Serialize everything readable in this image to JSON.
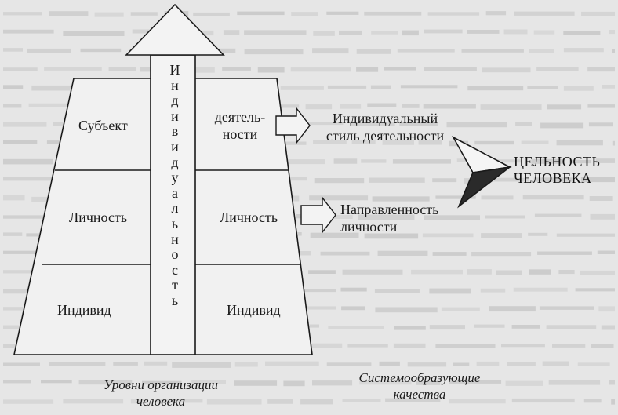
{
  "pyramid": {
    "center_column_text": "Индивидуальность",
    "left_levels": [
      "Субъект",
      "Личность",
      "Индивид"
    ],
    "right_levels": {
      "activity": [
        "деятель-",
        "ности"
      ],
      "personality": "Личность",
      "individual": "Индивид"
    }
  },
  "outputs": {
    "activity_style": [
      "Индивидуальный",
      "стиль деятельности"
    ],
    "orientation": [
      "Направленность",
      "личности"
    ]
  },
  "wholeness": [
    "ЦЕЛЬНОСТЬ",
    "ЧЕЛОВЕКА"
  ],
  "captions": {
    "left": [
      "Уровни организации",
      "человека"
    ],
    "right": [
      "Системообразующие",
      "качества"
    ]
  },
  "colors": {
    "background": "#e6e6e6",
    "line": "#1a1a1a",
    "fill": "#f1f1f1",
    "dark_arrow": "#2a2a2a"
  }
}
